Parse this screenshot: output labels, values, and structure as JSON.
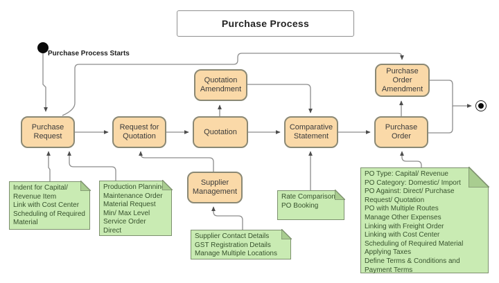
{
  "title": "Purchase Process",
  "start": {
    "label": "Purchase Process Starts"
  },
  "nodes": {
    "purchase_request": {
      "label": "Purchase Request"
    },
    "request_for_quotation": {
      "label": "Request for Quotation"
    },
    "quotation": {
      "label": "Quotation"
    },
    "comparative_statement": {
      "label": "Comparative Statement"
    },
    "purchase_order": {
      "label": "Purchase Order"
    },
    "quotation_amendment": {
      "label": "Quotation Amendment"
    },
    "purchase_order_amendment": {
      "label": "Purchase Order Amendment"
    },
    "supplier_management": {
      "label": "Supplier Management"
    }
  },
  "notes": {
    "purchase_request_indent": {
      "lines": [
        "Indent for Capital/",
        "Revenue Item",
        "Link with Cost Center",
        "Scheduling of Required",
        "Material"
      ]
    },
    "purchase_request_types": {
      "lines": [
        "Production Planning",
        "Maintenance Order",
        "Material Request",
        "Min/ Max Level",
        "Service Order",
        "Direct"
      ]
    },
    "supplier_management": {
      "lines": [
        "Supplier Contact Details",
        "GST Registration Details",
        "Manage Multiple Locations"
      ]
    },
    "comparative_statement": {
      "lines": [
        "Rate Comparison",
        "PO Booking"
      ]
    },
    "purchase_order": {
      "lines": [
        "PO Type: Capital/ Revenue",
        "PO Category: Domestic/ Import",
        "PO Against: Direct/  Purchase",
        "Request/ Quotation",
        "PO with Multiple Routes",
        "Manage Other Expenses",
        "Linking with Freight Order",
        "Linking with Cost Center",
        "Scheduling of Required Material",
        "Applying Taxes",
        "Define Terms & Conditions and",
        "Payment Terms"
      ]
    }
  },
  "colors": {
    "node_fill": "#FAD9A8",
    "node_border": "#8A8874",
    "note_fill": "#C9EBB3",
    "note_border": "#7C8F6D",
    "note_fold": "#A9CD90",
    "connector": "#8C8C8C",
    "arrowhead": "#4D4D4D",
    "start_end": "#0A0A0A",
    "background": "#FFFFFF"
  }
}
